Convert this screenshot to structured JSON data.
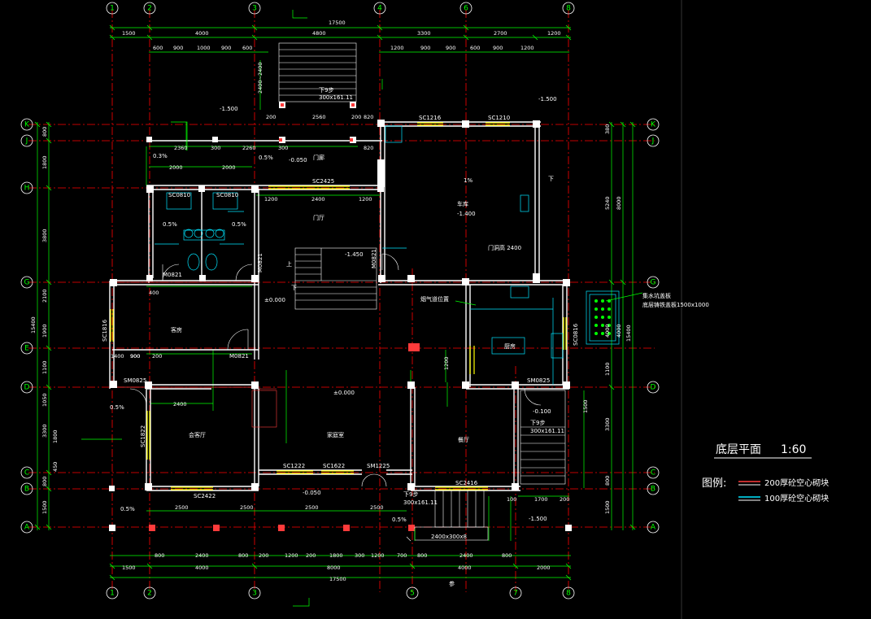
{
  "drawing": {
    "title": "底层平面",
    "scale": "1:60",
    "legend_label": "图例:",
    "legend": [
      {
        "text": "200厚砼空心砌块",
        "color": "#ff3b3b"
      },
      {
        "text": "100厚砼空心砌块",
        "color": "#00e5ff"
      }
    ],
    "colors": {
      "axis": "#00ff00",
      "wall": "#ffffff",
      "wall_200": "#ff3b3b",
      "wall_100": "#00e5ff",
      "window": "#ffff00",
      "grid_line": "#ff0000",
      "dim_line": "#00ff00"
    }
  },
  "axes": {
    "columns": [
      "1",
      "2",
      "3",
      "4",
      "6",
      "8"
    ],
    "columns_bottom": [
      "1",
      "2",
      "3",
      "5",
      "7",
      "8"
    ],
    "rows": [
      "K",
      "J",
      "H",
      "G",
      "E",
      "D",
      "C",
      "B",
      "A"
    ]
  },
  "dims": {
    "top_total": "17500",
    "top_mid": [
      "1500",
      "4000",
      "4800",
      "3300",
      "2700",
      "1200"
    ],
    "top_detail_left": [
      "600",
      "900",
      "1000",
      "900",
      "600"
    ],
    "top_detail_right": [
      "1200",
      "900",
      "900",
      "600",
      "900",
      "1200"
    ],
    "bottom_total": "17500",
    "bottom_mid": [
      "1500",
      "4000",
      "8000",
      "4000",
      "2000"
    ],
    "bottom_detail": [
      "800",
      "2400",
      "800",
      "200",
      "1200",
      "200",
      "1800",
      "300",
      "1200",
      "700",
      "800",
      "2400",
      "800"
    ],
    "left_total": "15400",
    "right_total": "15400",
    "right_span": "8000",
    "right_span2": "4000",
    "left_spans": [
      "800",
      "1800",
      "3800",
      "2100",
      "1900",
      "1100",
      "1050",
      "3300",
      "1800",
      "450",
      "800",
      "1500"
    ],
    "right_spans": [
      "380",
      "5240",
      "4000",
      "1100",
      "1500",
      "3300",
      "800",
      "1500"
    ]
  },
  "rooms": {
    "garage": "车库",
    "garage_elev": "-1.400",
    "foyer": "门厅",
    "vestibule": "门廊",
    "guest_room": "客房",
    "meeting": "会客厅",
    "family_hall": "家庭室",
    "dining": "餐厅",
    "kitchen": "厨房",
    "flue": "烟气道位置",
    "water_tank": "集水坑盖板",
    "water_tank_note": "底层铸铁盖板1500x1000",
    "garage_door": "门洞高 2400",
    "stairs_down": "下9步",
    "stairs_spec": "300x161.11",
    "stairs_up": "上",
    "stairs_down_short": "下",
    "floor_elev": "±0.000",
    "elev_050": "-0.050",
    "elev_1500": "-1.500",
    "elev_1450": "-1.450",
    "elev_0100": "-0.100",
    "slope_05": "0.5%",
    "slope_1": "1%",
    "slope_03": "0.3%"
  },
  "openings": {
    "sc1216": "SC1216",
    "sc1210": "SC1210",
    "sc2425": "SC2425",
    "sc0810a": "SC0810",
    "sc0810b": "SC0810",
    "sc1816": "SC1816",
    "sm0825a": "SM0825",
    "sm0825b": "SM0825",
    "sc1822": "SC1822",
    "sc2422": "SC2422",
    "sc1222": "SC1222",
    "sc1622": "SC1622",
    "sm1225": "SM1225",
    "sc2416": "SC2416",
    "m0821a": "M0821",
    "m0821b": "M0821",
    "m0821c": "M0821",
    "m0821d": "M0821",
    "sc0816": "SC0816"
  },
  "misc": {
    "ramp_spec": "2400x300x8",
    "garage_dims": [
      "2360",
      "300",
      "2260",
      "300",
      "820"
    ],
    "garage_top_dims": [
      "200",
      "2560",
      "200",
      "820"
    ],
    "window_dims": [
      "2000",
      "2000"
    ],
    "hall_dims": [
      "1200",
      "2400",
      "1200"
    ],
    "stair_dim": "2400~2400",
    "guest_dims": [
      "400",
      "900",
      "1400",
      "900",
      "200"
    ],
    "bottom_row_dims": [
      "2500",
      "2500",
      "2500",
      "2500"
    ],
    "right_bottom_dims": [
      "100",
      "1700",
      "200"
    ],
    "meeting_width": "2400",
    "kitchen_dim": "1200",
    "note_ref": "参"
  }
}
